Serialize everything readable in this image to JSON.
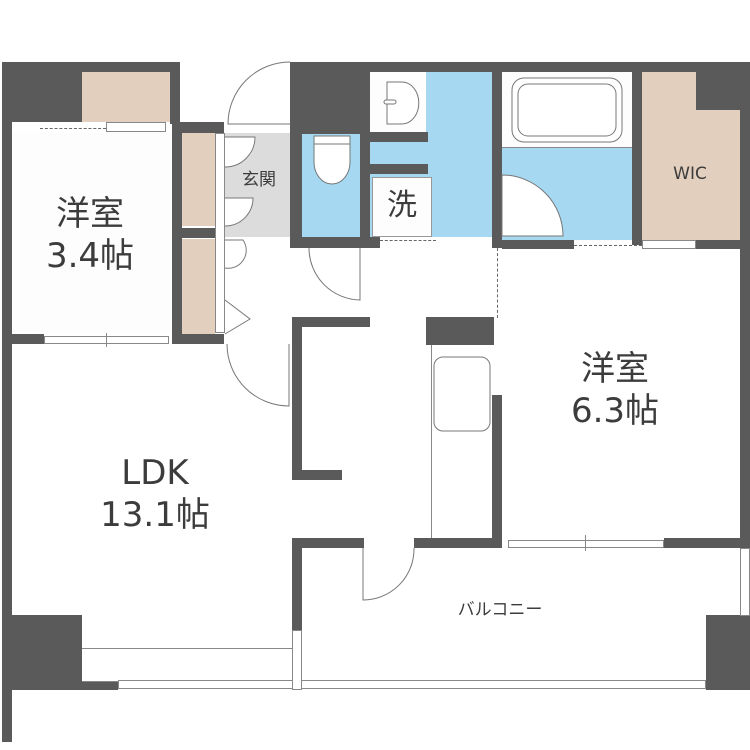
{
  "floor_plan": {
    "rooms": [
      {
        "id": "western-room-small",
        "name": "洋室",
        "size": "3.4帖"
      },
      {
        "id": "entrance",
        "name": "玄関"
      },
      {
        "id": "washroom",
        "name": "洗"
      },
      {
        "id": "wic",
        "name": "WIC"
      },
      {
        "id": "western-room-large",
        "name": "洋室",
        "size": "6.3帖"
      },
      {
        "id": "ldk",
        "name": "LDK",
        "size": "13.1帖"
      },
      {
        "id": "balcony",
        "name": "バルコニー"
      }
    ],
    "colors": {
      "wall": "#5a5a5a",
      "wet_area": "#a6d8f2",
      "storage": "#e3cfbd",
      "entrance": "#dcdcdc",
      "floor": "#fdfdfd"
    }
  }
}
